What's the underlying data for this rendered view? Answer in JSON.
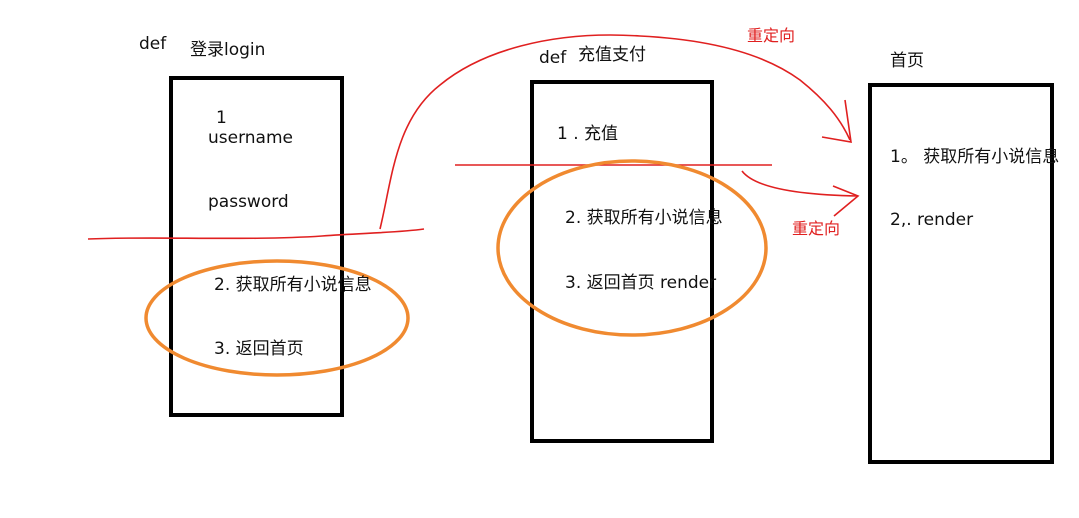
{
  "colors": {
    "box_border": "#000000",
    "divider": "#e02020",
    "redirect": "#e02020",
    "highlight": "#f08a30"
  },
  "left": {
    "def": "def",
    "title": "登录login",
    "step1_num": "1",
    "username": "username",
    "password": "password",
    "step2": "2.  获取所有小说信息",
    "step3": "3. 返回首页"
  },
  "middle": {
    "def": "def",
    "title": "充值支付",
    "step1": "1 . 充值",
    "step2": "2. 获取所有小说信息",
    "step3": "3. 返回首页  render"
  },
  "right": {
    "title": "首页",
    "step1": "1。 获取所有小说信息",
    "step2": "2,. render"
  },
  "redirect_top": "重定向",
  "redirect_bottom": "重定向"
}
